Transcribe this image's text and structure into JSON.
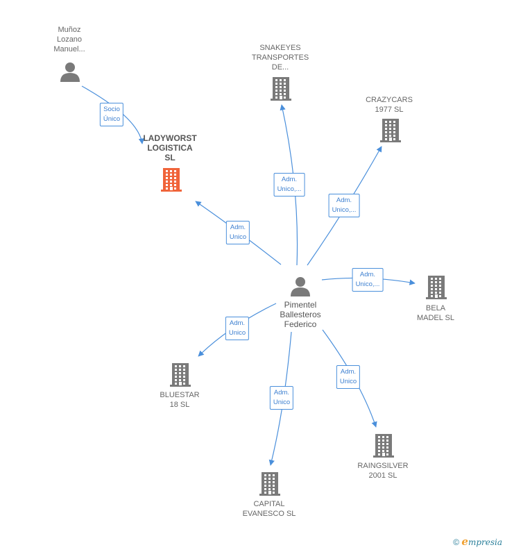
{
  "nodes": [
    {
      "id": "munoz",
      "type": "person",
      "label": "Muñoz\nLozano\nManuel...",
      "focus": false
    },
    {
      "id": "ladyworst",
      "type": "company",
      "label": "LADYWORST\nLOGISTICA\nSL",
      "focus": true
    },
    {
      "id": "snakeyes",
      "type": "company",
      "label": "SNAKEYES\nTRANSPORTES\nDE...",
      "focus": false
    },
    {
      "id": "crazycars",
      "type": "company",
      "label": "CRAZYCARS\n1977  SL",
      "focus": false
    },
    {
      "id": "pimentel",
      "type": "person",
      "label": "Pimentel\nBallesteros\nFederico",
      "focus": false
    },
    {
      "id": "bela",
      "type": "company",
      "label": "BELA\nMADEL  SL",
      "focus": false
    },
    {
      "id": "bluestar",
      "type": "company",
      "label": "BLUESTAR\n18  SL",
      "focus": false
    },
    {
      "id": "raingsilver",
      "type": "company",
      "label": "RAINGSILVER\n2001  SL",
      "focus": false
    },
    {
      "id": "capital",
      "type": "company",
      "label": "CAPITAL\nEVANESCO  SL",
      "focus": false
    }
  ],
  "edges": [
    {
      "from": "munoz",
      "to": "ladyworst",
      "label": "Socio\nÚnico"
    },
    {
      "from": "pimentel",
      "to": "ladyworst",
      "label": "Adm.\nUnico"
    },
    {
      "from": "pimentel",
      "to": "snakeyes",
      "label": "Adm.\nUnico,..."
    },
    {
      "from": "pimentel",
      "to": "crazycars",
      "label": "Adm.\nUnico,..."
    },
    {
      "from": "pimentel",
      "to": "bela",
      "label": "Adm.\nUnico,..."
    },
    {
      "from": "pimentel",
      "to": "bluestar",
      "label": "Adm.\nUnico"
    },
    {
      "from": "pimentel",
      "to": "capital",
      "label": "Adm.\nUnico"
    },
    {
      "from": "pimentel",
      "to": "raingsilver",
      "label": "Adm.\nUnico"
    }
  ],
  "colors": {
    "edge": "#4a8fdb",
    "company": "#7a7a7a",
    "focus_company": "#f0643a",
    "person": "#7a7a7a"
  },
  "icons": {
    "person": "person-icon",
    "company": "building-icon",
    "copyright": "copyright-icon"
  },
  "footer": {
    "copyright_symbol": "©",
    "brand_initial": "e",
    "brand_rest": "mpresia"
  }
}
